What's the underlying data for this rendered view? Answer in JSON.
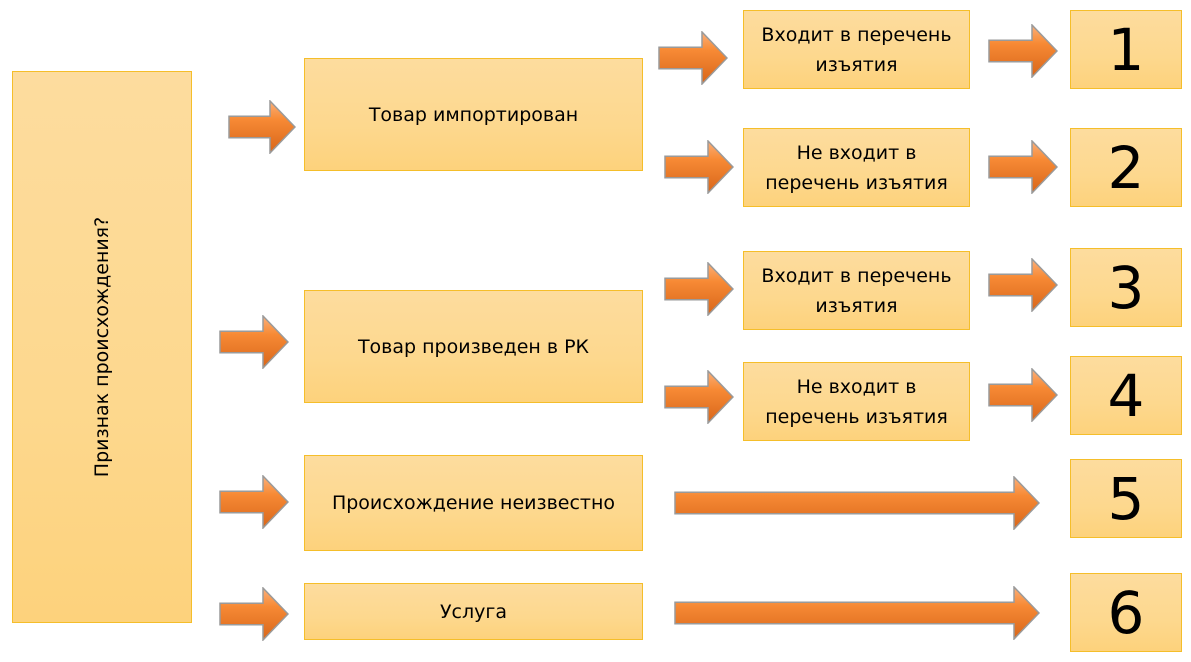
{
  "root": {
    "label": "Признак происхождения?"
  },
  "categories": [
    {
      "label": "Товар импортирован"
    },
    {
      "label": "Товар произведен в РК"
    },
    {
      "label": "Происхождение неизвестно"
    },
    {
      "label": "Услуга"
    }
  ],
  "conditions": [
    {
      "line1": "Входит в перечень",
      "line2": "изъятия"
    },
    {
      "line1": "Не входит в",
      "line2": "перечень изъятия"
    },
    {
      "line1": "Входит в перечень",
      "line2": "изъятия"
    },
    {
      "line1": "Не входит в",
      "line2": "перечень изъятия"
    }
  ],
  "outcomes": [
    "1",
    "2",
    "3",
    "4",
    "5",
    "6"
  ],
  "colors": {
    "box_fill": "#fdd88e",
    "box_border": "#f5be2a",
    "arrow_fill": "#f78a35",
    "arrow_edge": "#9a9a9a"
  }
}
